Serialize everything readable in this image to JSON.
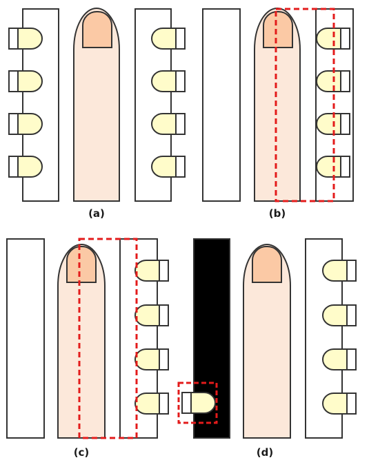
{
  "panels": {
    "a": {
      "label": "(a)"
    },
    "b": {
      "label": "(b)"
    },
    "c": {
      "label": "(c)"
    },
    "d": {
      "label": "(d)"
    }
  },
  "colors": {
    "strip_fill": "#ffffff",
    "strip_fill_dark": "#000000",
    "outline": "#333333",
    "finger_fill": "#fce8da",
    "nail_fill": "#fbc9a5",
    "led_fill": "#fffcca",
    "highlight_dash": "#e31b1b",
    "label_color": "#1a1a1a"
  },
  "icons": {
    "finger": "fingertip-icon",
    "led": "led-icon",
    "strip": "led-strip-icon"
  }
}
